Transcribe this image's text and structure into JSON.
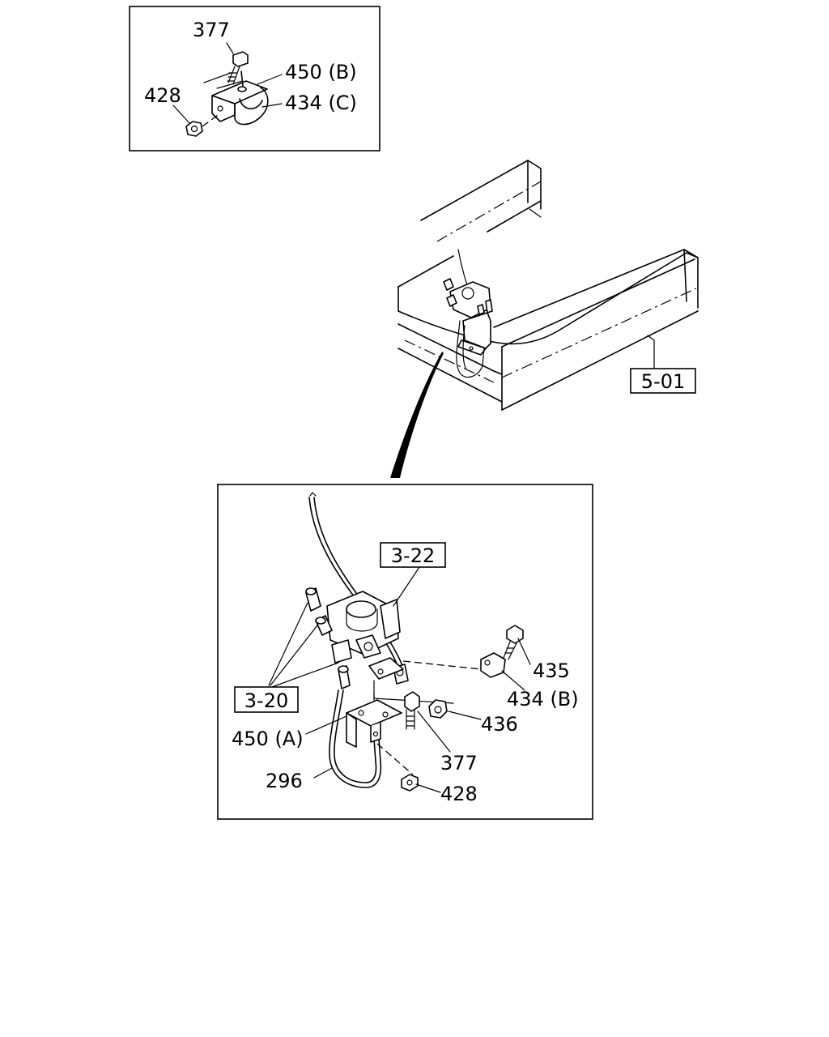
{
  "diagram": {
    "detail_top": {
      "labels": {
        "bolt": "377",
        "nut": "428",
        "bracket_b": "450 (B)",
        "clamp_c": "434 (C)"
      }
    },
    "overview": {
      "ref_box": "5-01"
    },
    "detail_main": {
      "ref_box_valve": "3-22",
      "ref_box_fittings": "3-20",
      "labels": {
        "bolt_435": "435",
        "clamp_b": "434 (B)",
        "nut_436": "436",
        "bracket_a": "450 (A)",
        "bolt_377": "377",
        "pipe": "296",
        "nut_428": "428"
      }
    }
  }
}
